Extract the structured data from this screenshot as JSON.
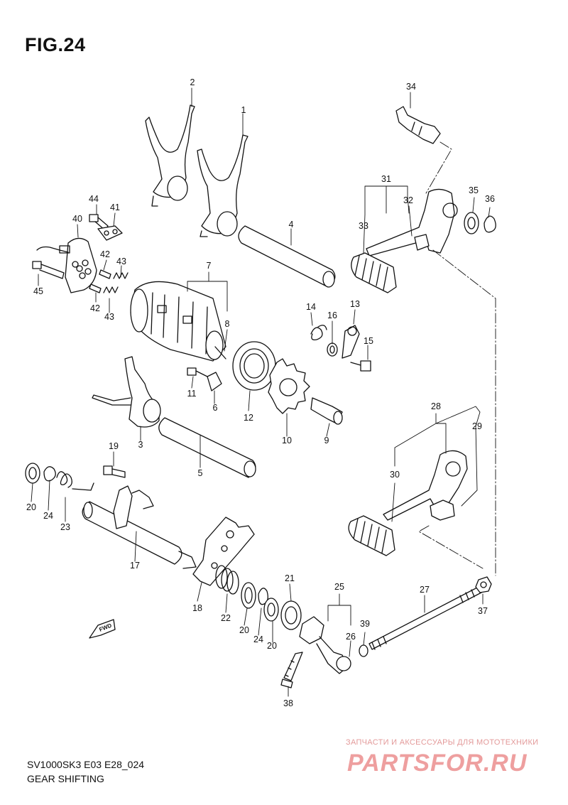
{
  "figure": {
    "title": "FIG.24",
    "model_code": "SV1000SK3 E03 E28_024",
    "caption": "GEAR SHIFTING",
    "direction_marker": "FWD"
  },
  "watermark": {
    "tagline": "ЗАПЧАСТИ И АКСЕССУАРЫ ДЛЯ МОТОТЕХНИКИ",
    "logo": "PARTSFOR.RU",
    "color": "#e05050"
  },
  "callouts": [
    {
      "id": "c1",
      "label": "1"
    },
    {
      "id": "c2",
      "label": "2"
    },
    {
      "id": "c3",
      "label": "3"
    },
    {
      "id": "c4",
      "label": "4"
    },
    {
      "id": "c5",
      "label": "5"
    },
    {
      "id": "c6",
      "label": "6"
    },
    {
      "id": "c7",
      "label": "7"
    },
    {
      "id": "c8",
      "label": "8"
    },
    {
      "id": "c9",
      "label": "9"
    },
    {
      "id": "c10",
      "label": "10"
    },
    {
      "id": "c11",
      "label": "11"
    },
    {
      "id": "c12",
      "label": "12"
    },
    {
      "id": "c13",
      "label": "13"
    },
    {
      "id": "c14",
      "label": "14"
    },
    {
      "id": "c15",
      "label": "15"
    },
    {
      "id": "c16",
      "label": "16"
    },
    {
      "id": "c17",
      "label": "17"
    },
    {
      "id": "c18",
      "label": "18"
    },
    {
      "id": "c19",
      "label": "19"
    },
    {
      "id": "c20a",
      "label": "20"
    },
    {
      "id": "c20b",
      "label": "20"
    },
    {
      "id": "c20c",
      "label": "20"
    },
    {
      "id": "c21",
      "label": "21"
    },
    {
      "id": "c22",
      "label": "22"
    },
    {
      "id": "c23",
      "label": "23"
    },
    {
      "id": "c24a",
      "label": "24"
    },
    {
      "id": "c24b",
      "label": "24"
    },
    {
      "id": "c25",
      "label": "25"
    },
    {
      "id": "c26",
      "label": "26"
    },
    {
      "id": "c27",
      "label": "27"
    },
    {
      "id": "c28",
      "label": "28"
    },
    {
      "id": "c29",
      "label": "29"
    },
    {
      "id": "c30",
      "label": "30"
    },
    {
      "id": "c31",
      "label": "31"
    },
    {
      "id": "c32",
      "label": "32"
    },
    {
      "id": "c33",
      "label": "33"
    },
    {
      "id": "c34",
      "label": "34"
    },
    {
      "id": "c35",
      "label": "35"
    },
    {
      "id": "c36",
      "label": "36"
    },
    {
      "id": "c37",
      "label": "37"
    },
    {
      "id": "c38",
      "label": "38"
    },
    {
      "id": "c39",
      "label": "39"
    },
    {
      "id": "c40",
      "label": "40"
    },
    {
      "id": "c41",
      "label": "41"
    },
    {
      "id": "c42a",
      "label": "42"
    },
    {
      "id": "c42b",
      "label": "42"
    },
    {
      "id": "c43a",
      "label": "43"
    },
    {
      "id": "c43b",
      "label": "43"
    },
    {
      "id": "c44",
      "label": "44"
    },
    {
      "id": "c45",
      "label": "45"
    }
  ]
}
